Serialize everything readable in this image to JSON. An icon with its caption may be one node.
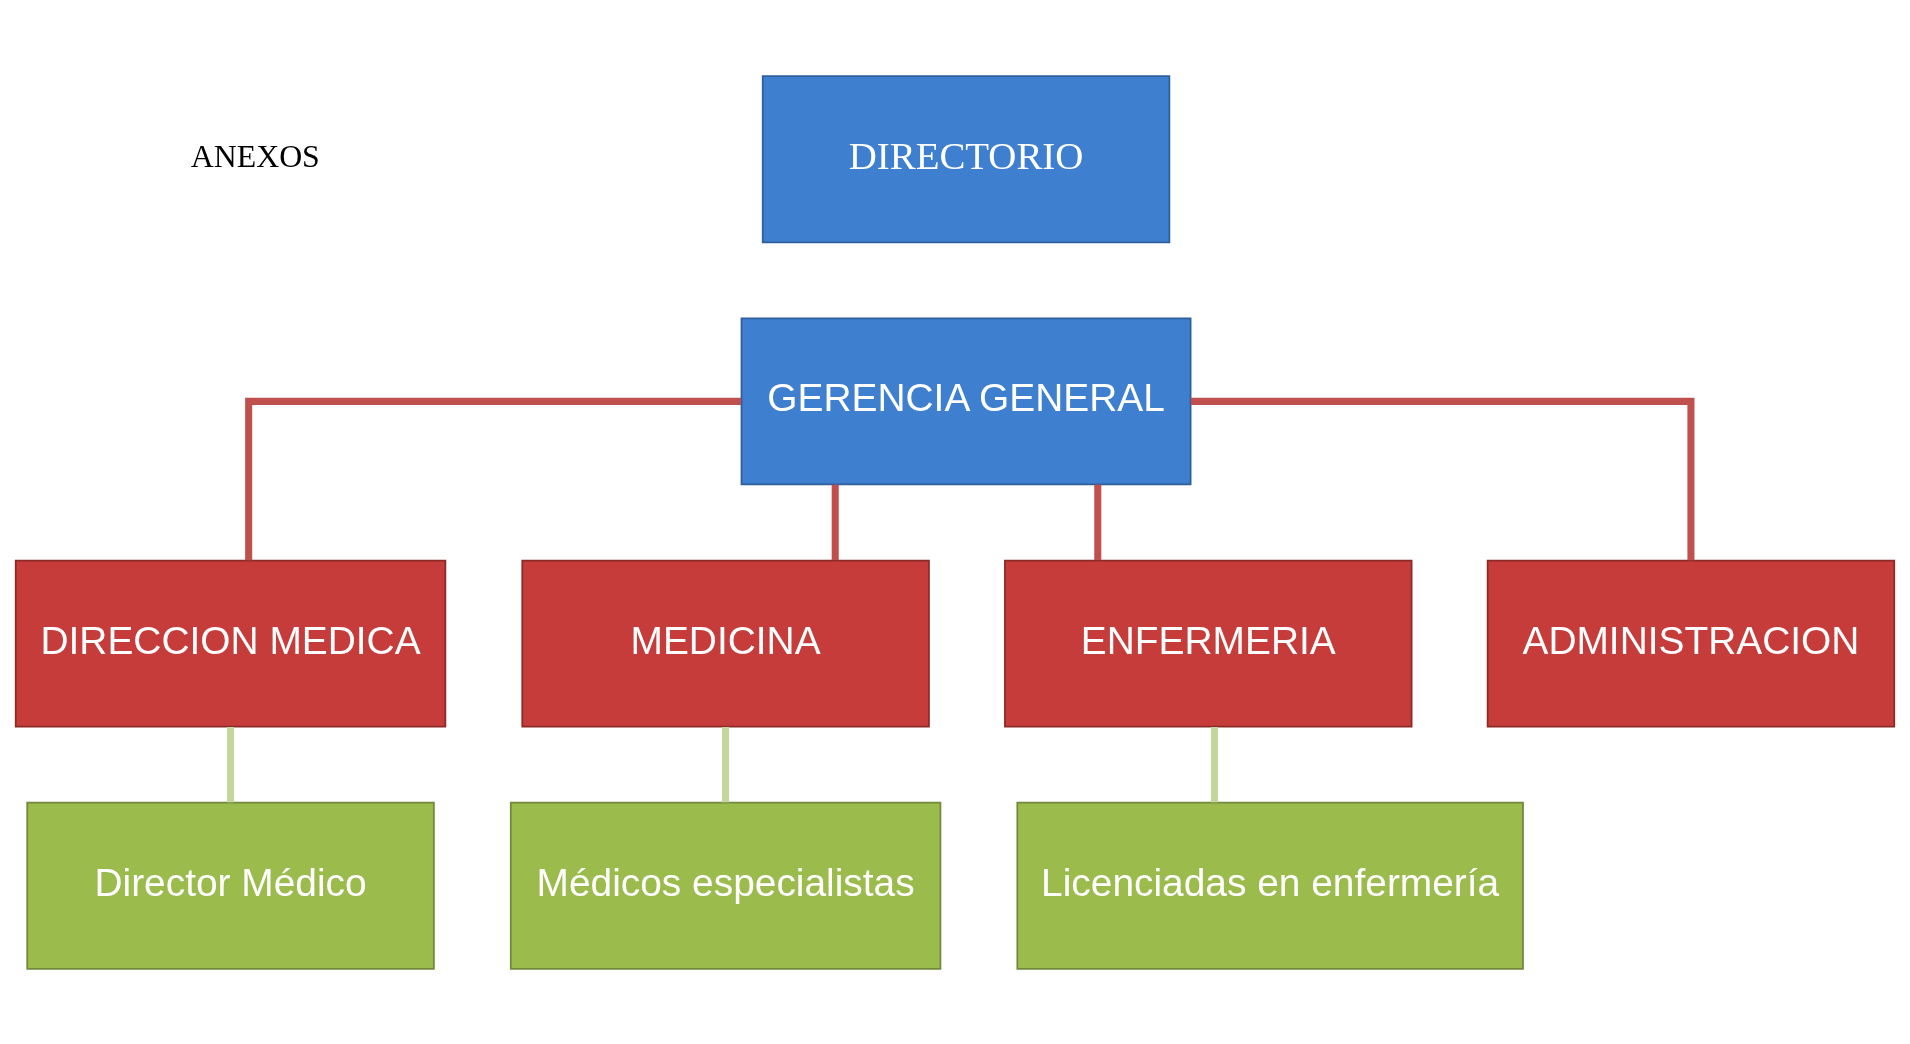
{
  "diagram": {
    "nodes": [
      {
        "text": [
          "DIRECTORIO"
        ]
      },
      {
        "text": [
          "GERENCIA GENERAL"
        ]
      },
      {
        "text": [
          "DIRECCION MEDICA"
        ]
      },
      {
        "text": [
          "MEDICINA"
        ]
      },
      {
        "text": [
          "ENFERMERIA"
        ]
      },
      {
        "text": [
          "ADMINISTRACION"
        ]
      },
      {
        "text": [
          "Director Médico"
        ]
      },
      {
        "text": [
          "Médicos especialistas"
        ]
      },
      {
        "text": [
          "Licenciadas en enfermería"
        ]
      }
    ],
    "edges": [
      {
        "from": 1,
        "to": 2,
        "arrow": "none"
      },
      {
        "from": 1,
        "to": 3,
        "arrow": "none"
      },
      {
        "from": 1,
        "to": 4,
        "arrow": "none"
      },
      {
        "from": 1,
        "to": 5,
        "arrow": "none"
      },
      {
        "from": 2,
        "to": 6,
        "arrow": "none",
        "color": "#c3d69b"
      },
      {
        "from": 3,
        "to": 7,
        "arrow": "none",
        "color": "#c3d69b"
      },
      {
        "from": 4,
        "to": 8,
        "arrow": "none",
        "color": "#c3d69b"
      }
    ],
    "labels": [
      "ANEXOS"
    ]
  }
}
